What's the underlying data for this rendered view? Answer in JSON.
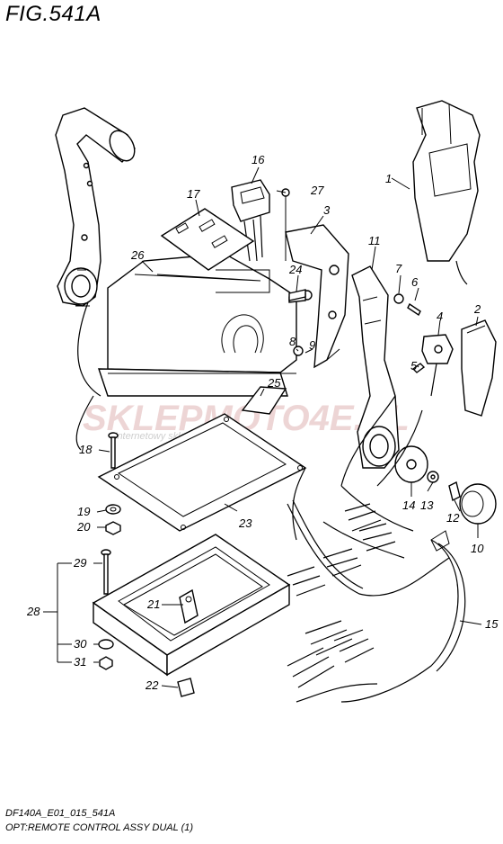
{
  "title": "FIG.541A",
  "footer": {
    "code": "DF140A_E01_015_541A",
    "caption": "OPT:REMOTE CONTROL ASSY DUAL (1)"
  },
  "watermark": {
    "brand": "SKLEPMOTO4E.PL",
    "tagline": "internetowy sklep motocyklowy"
  },
  "callouts": {
    "p1": "1",
    "p2": "2",
    "p3": "3",
    "p4": "4",
    "p5": "5",
    "p6": "6",
    "p7": "7",
    "p8": "8",
    "p9": "9",
    "p10": "10",
    "p11": "11",
    "p12": "12",
    "p13": "13",
    "p14": "14",
    "p15": "15",
    "p16": "16",
    "p17": "17",
    "p18": "18",
    "p19": "19",
    "p20": "20",
    "p21": "21",
    "p22": "22",
    "p23": "23",
    "p24": "24",
    "p25": "25",
    "p26": "26",
    "p27": "27",
    "p28": "28",
    "p29": "29",
    "p30": "30",
    "p31": "31"
  },
  "colors": {
    "line": "#000000",
    "background": "#ffffff",
    "watermark": "#e8c8c8"
  }
}
